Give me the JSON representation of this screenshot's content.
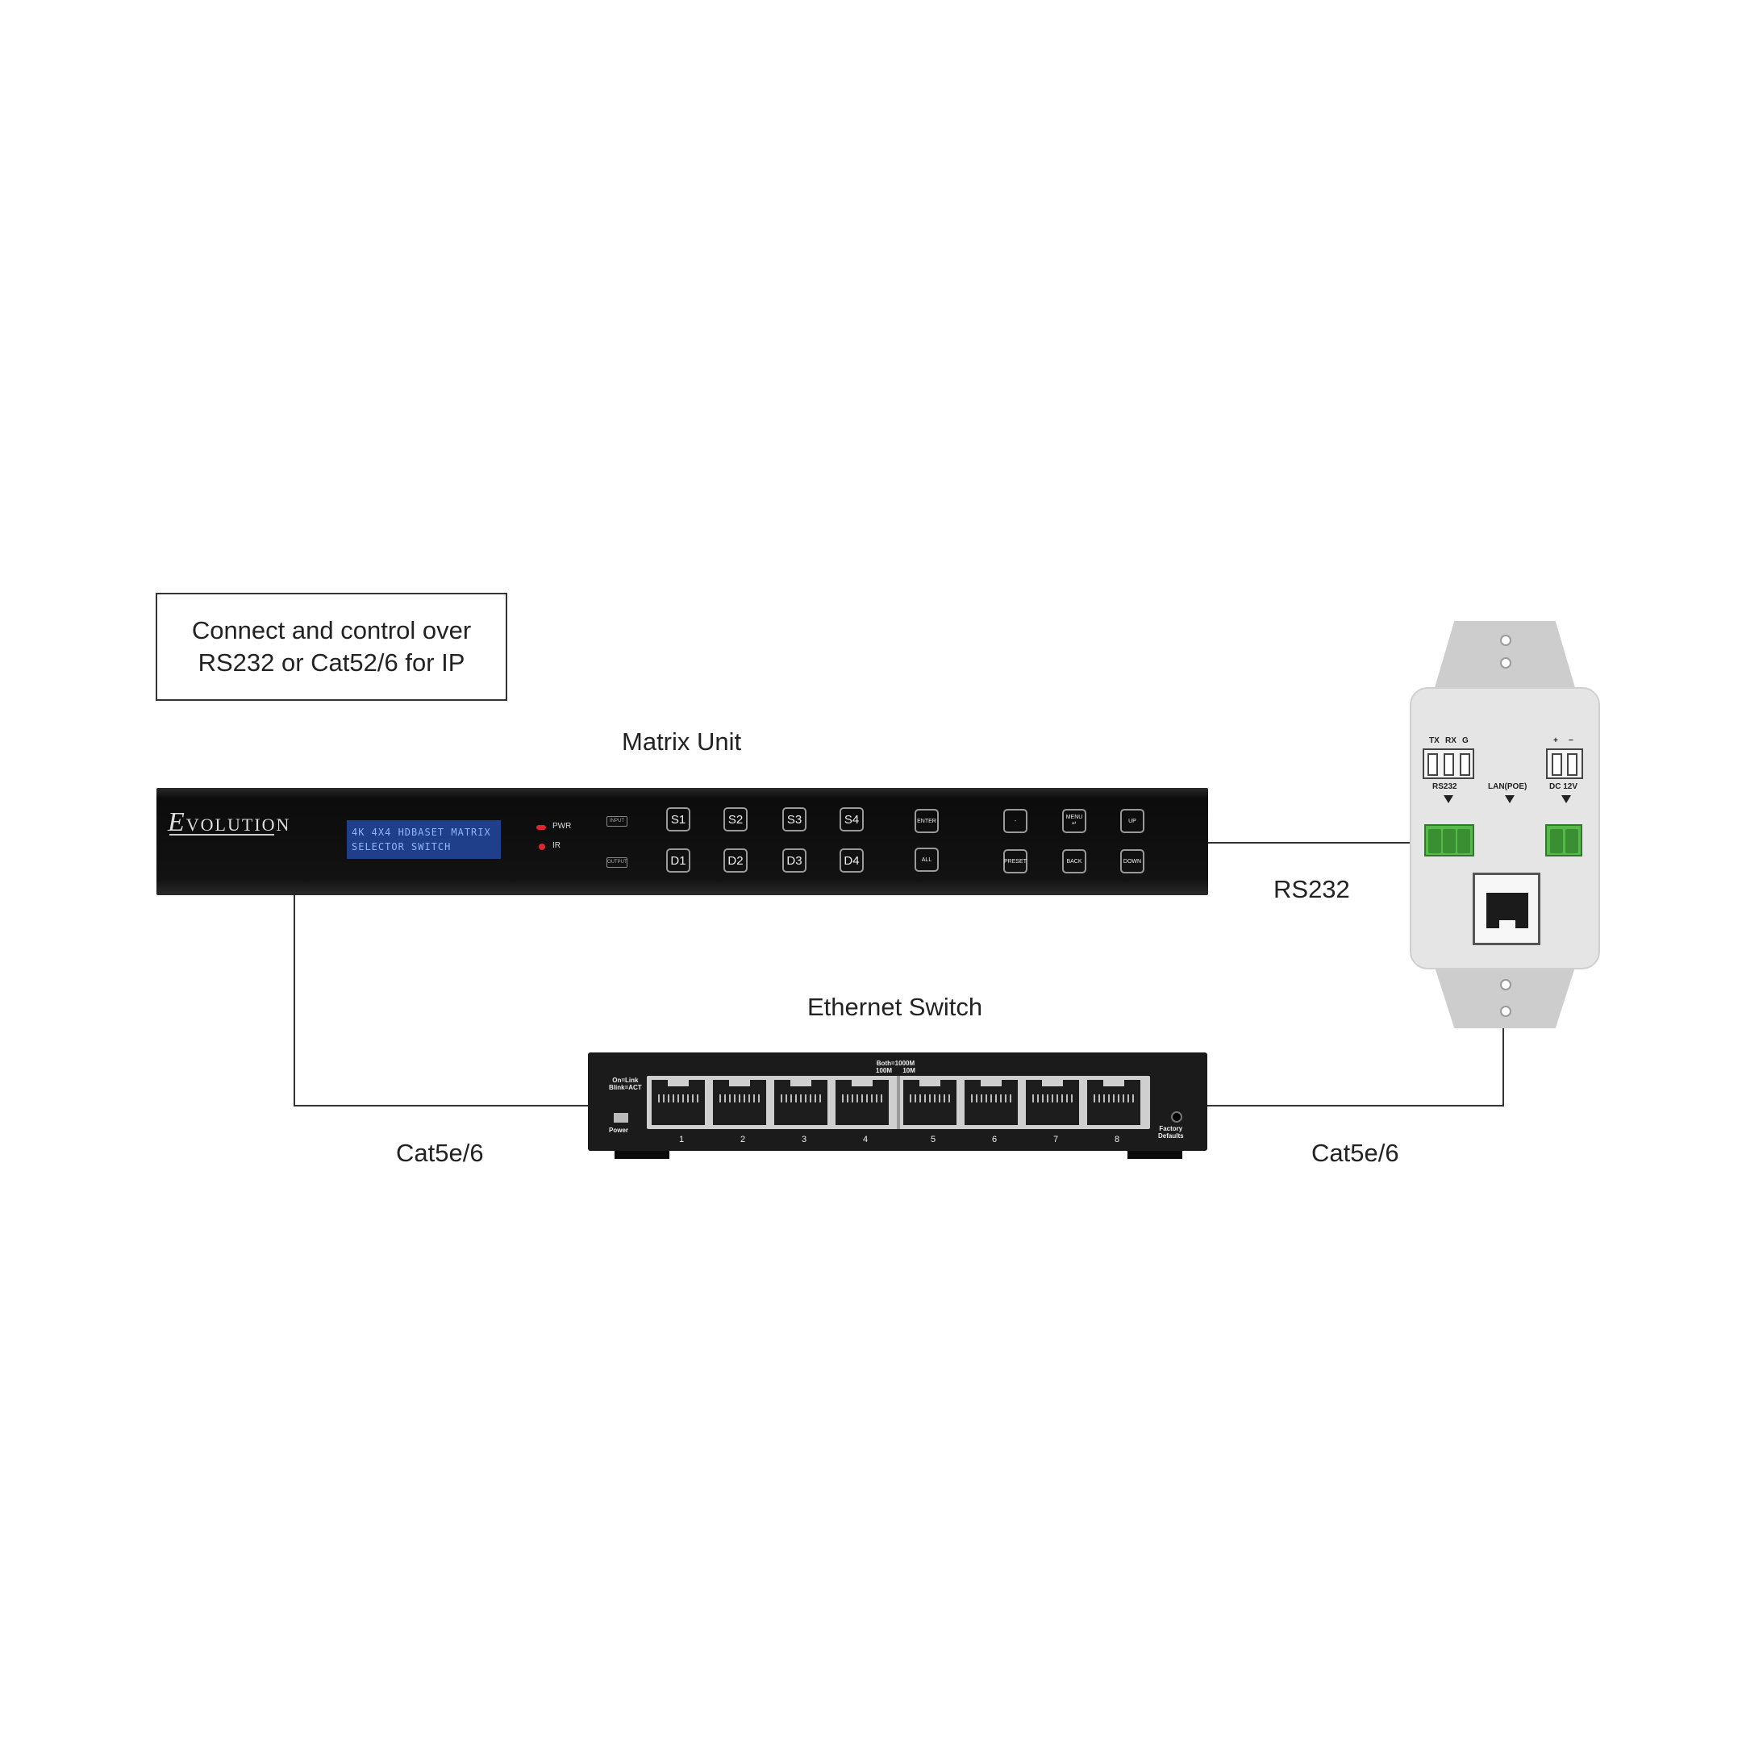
{
  "caption": {
    "line1": "Connect and control over",
    "line2": "RS232 or Cat52/6 for IP"
  },
  "labels": {
    "matrix_unit": "Matrix Unit",
    "ethernet_switch": "Ethernet Switch",
    "rs232": "RS232",
    "cat_left": "Cat5e/6",
    "cat_right": "Cat5e/6"
  },
  "matrix": {
    "logo_initial": "E",
    "logo_rest": "VOLUTION",
    "lcd_line1": "4K 4X4 HDBASET MATRIX",
    "lcd_line2": "SELECTOR SWITCH",
    "pwr": "PWR",
    "ir": "IR",
    "input_switch": "INPUT",
    "output_switch": "OUTPUT",
    "sources": [
      "S1",
      "S2",
      "S3",
      "S4"
    ],
    "displays": [
      "D1",
      "D2",
      "D3",
      "D4"
    ],
    "enter": "ENTER",
    "all": "ALL",
    "minus": "-",
    "menu": "MENU",
    "menu_glyph": "↵",
    "up": "UP",
    "preset": "PRESET",
    "back": "BACK",
    "down": "DOWN",
    "led_pwr_color": "#d9282f",
    "led_ir_color": "#d9282f"
  },
  "switch": {
    "speed_line1": "Both=1000M",
    "speed_line2": "100M",
    "speed_line3": "10M",
    "link_line1": "On=Link",
    "link_line2": "Blink=ACT",
    "power": "Power",
    "factory_line1": "Factory",
    "factory_line2": "Defaults",
    "ports": [
      "1",
      "2",
      "3",
      "4",
      "5",
      "6",
      "7",
      "8"
    ]
  },
  "wallplate": {
    "tx": "TX",
    "rx": "RX",
    "g": "G",
    "plus": "+",
    "minus": "−",
    "rs232": "RS232",
    "lan": "LAN(POE)",
    "dc": "DC 12V"
  }
}
